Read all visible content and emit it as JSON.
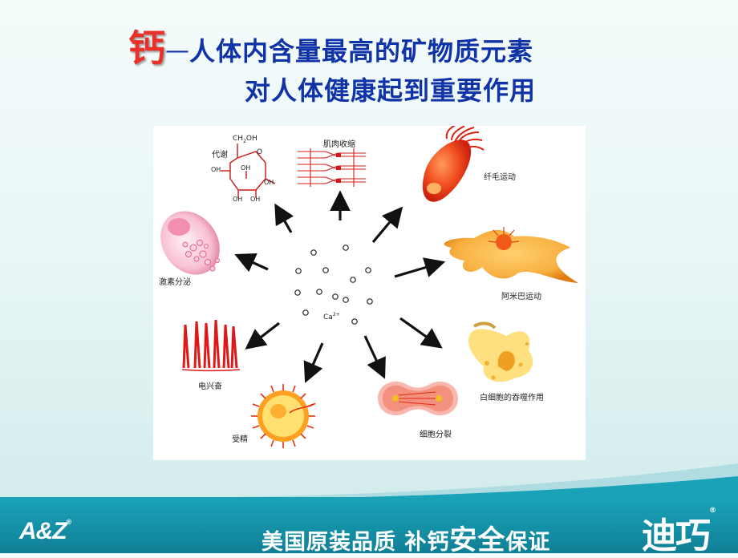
{
  "title": {
    "element": "钙",
    "dash": "—",
    "line1_rest": "人体内含量最高的矿物质元素",
    "line2": "对人体健康起到重要作用"
  },
  "diagram": {
    "center_label": "Ca",
    "center_sup": "2+",
    "labels": {
      "metabolism": "代谢",
      "muscle": "肌肉收缩",
      "cilia": "纤毛运动",
      "amoeba": "阿米巴运动",
      "phagocytosis": "白细胞的吞噬作用",
      "division": "细胞分裂",
      "fertilization": "受精",
      "excitation": "电兴奋",
      "hormone": "激素分泌"
    },
    "glucose": {
      "ch2oh": "CH",
      "sub2": "2",
      "oh_top": "OH",
      "oh": "OH",
      "o": "O"
    }
  },
  "footer": {
    "logo": "A&Z",
    "logo_mark": "®",
    "slogan_1": "美国原装品质 补钙",
    "slogan_big": "安全",
    "slogan_2": "保证",
    "brand": "迪巧",
    "brand_mark": "®"
  },
  "colors": {
    "title_blue": "#1033a8",
    "title_red": "#e8312a",
    "footer_teal": "#1592a8",
    "diagram_red": "#e8201c"
  }
}
